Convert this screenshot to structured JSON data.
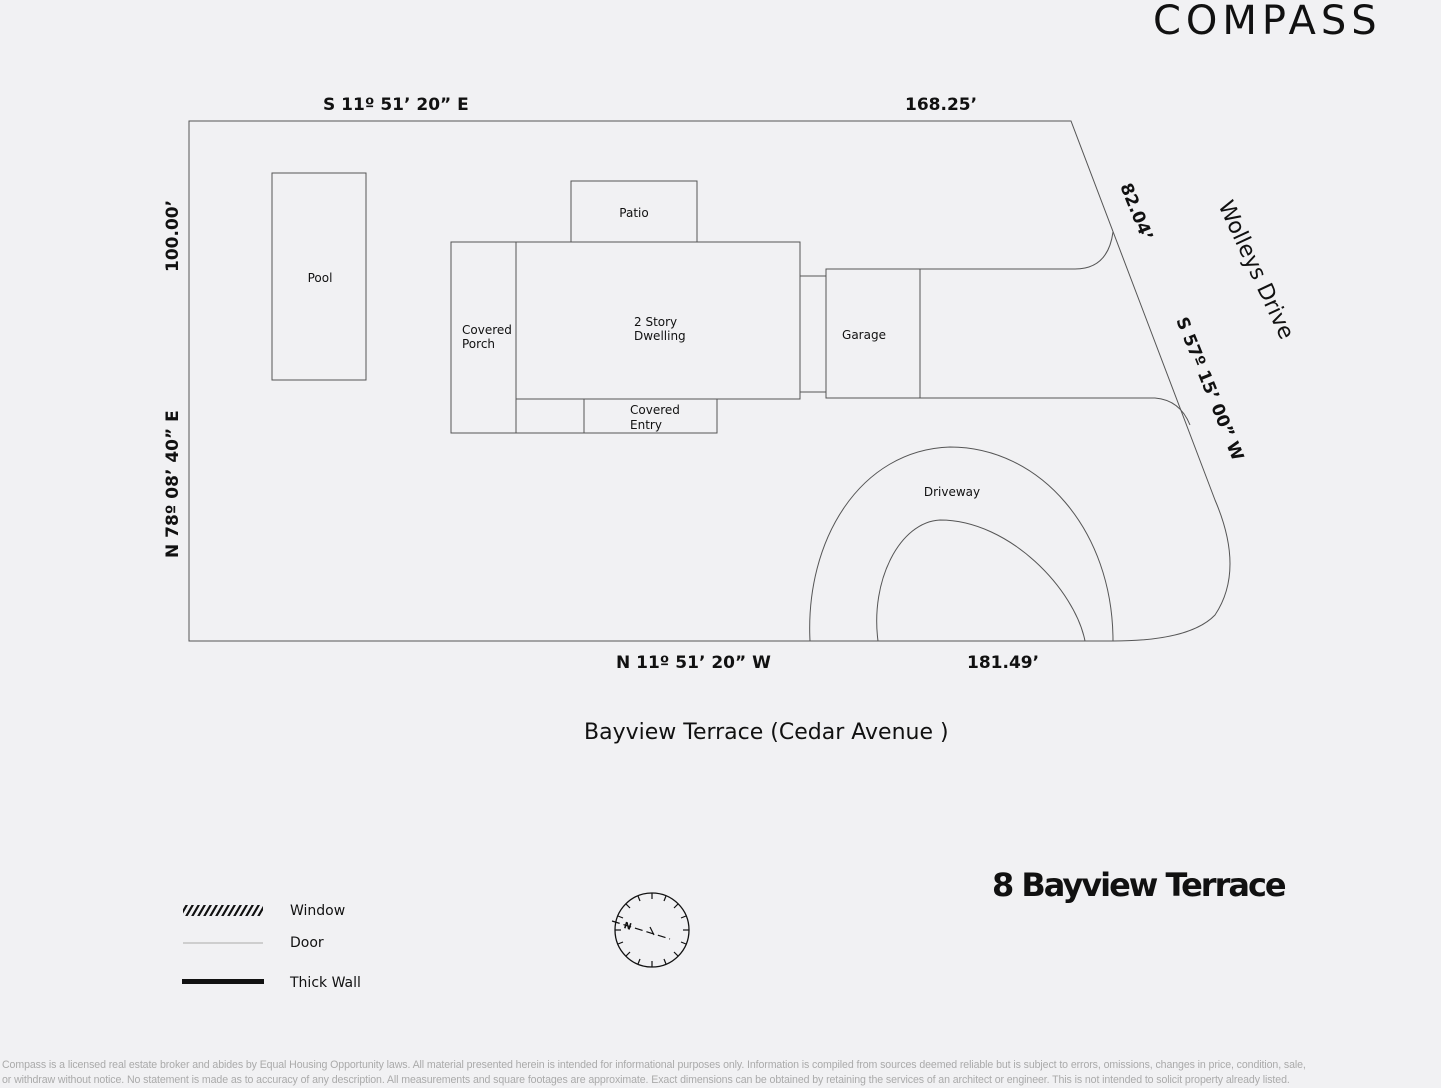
{
  "brand": "COMPASS",
  "address_title": "8 Bayview Terrace",
  "dimensions": {
    "top_bearing": "S 11º 51’ 20” E",
    "top_length": "168.25’",
    "left_length": "100.00’",
    "left_bearing": "N 78º 08’ 40” E",
    "right_top_length": "82.04’",
    "right_bearing": "S 57º 15’ 00” W",
    "bottom_bearing": "N 11º 51’ 20” W",
    "bottom_length": "181.49’"
  },
  "streets": {
    "bottom": "Bayview Terrace (Cedar Avenue )",
    "right": "Wolleys Drive"
  },
  "areas": {
    "pool": "Pool",
    "patio": "Patio",
    "porch_1": "Covered",
    "porch_2": "Porch",
    "dwelling_1": "2 Story",
    "dwelling_2": "Dwelling",
    "entry_1": "Covered",
    "entry_2": "Entry",
    "garage": "Garage",
    "driveway": "Driveway"
  },
  "legend": {
    "window": "Window",
    "door": "Door",
    "thick_wall": "Thick Wall"
  },
  "compass_label": "N",
  "footer": [
    "Compass is a licensed real estate broker and abides by Equal Housing Opportunity laws. All material presented herein is intended for informational purposes only. Information is compiled from sources deemed reliable but is subject to errors, omissions, changes in price, condition, sale,",
    "or withdraw without notice. No statement is made as to accuracy of any description. All measurements and square footages are approximate. Exact dimensions can be obtained by retaining the services of an architect or engineer. This is not intended to solicit property already listed."
  ]
}
